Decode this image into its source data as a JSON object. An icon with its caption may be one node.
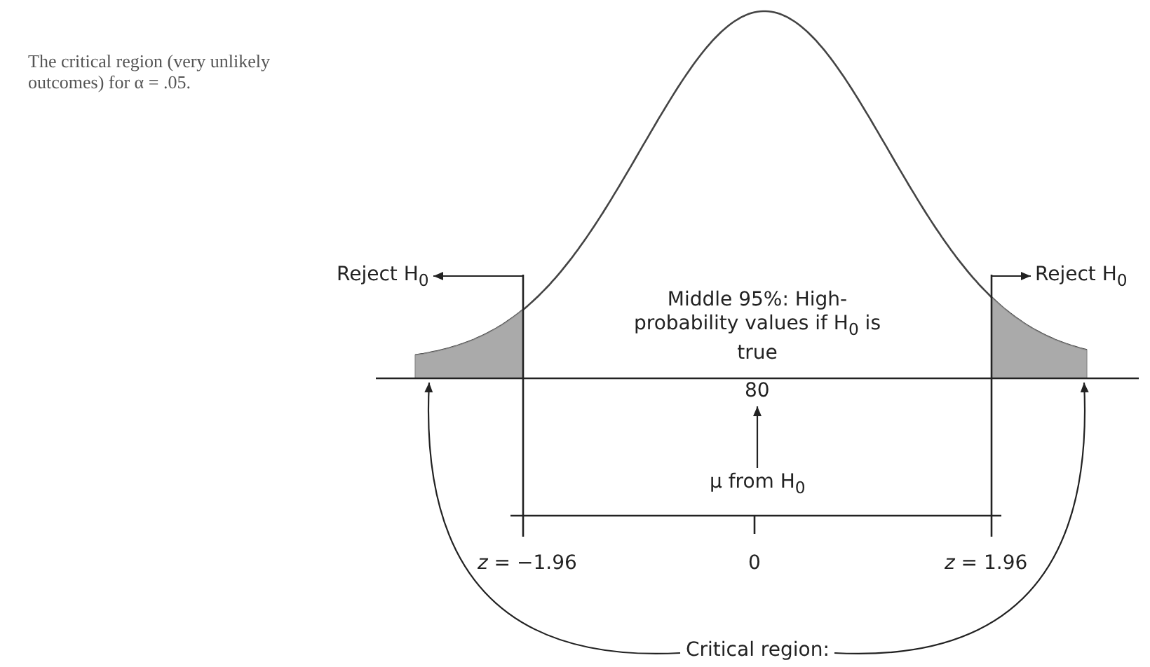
{
  "diagram": {
    "caption": "The critical region (very unlikely outcomes) for α = .05.",
    "nodes": [
      {
        "text": [
          "Reject H$_{0}$"
        ]
      },
      {
        "text": [
          "Reject H$_{0}$"
        ]
      },
      {
        "text": [],
        "shape": "area"
      },
      {
        "text": [],
        "shape": "area"
      },
      {
        "text": [
          "80"
        ]
      },
      {
        "text": [
          "μ from H$_{0}$"
        ]
      },
      {
        "text": [
          "Critical region:"
        ]
      }
    ],
    "edges": [
      {
        "from": null,
        "to": 0,
        "arrow": "to"
      },
      {
        "from": null,
        "to": 1,
        "arrow": "to"
      },
      {
        "from": 6,
        "to": 2,
        "arrow": "to"
      },
      {
        "from": 6,
        "to": 3,
        "arrow": "to"
      },
      {
        "from": 5,
        "to": 4,
        "arrow": "to"
      }
    ],
    "labels": [
      "Middle 95%: High-probability values if H$_{0}$ is true",
      "*z* = −1.96",
      "0",
      "*z* = 1.96"
    ]
  }
}
